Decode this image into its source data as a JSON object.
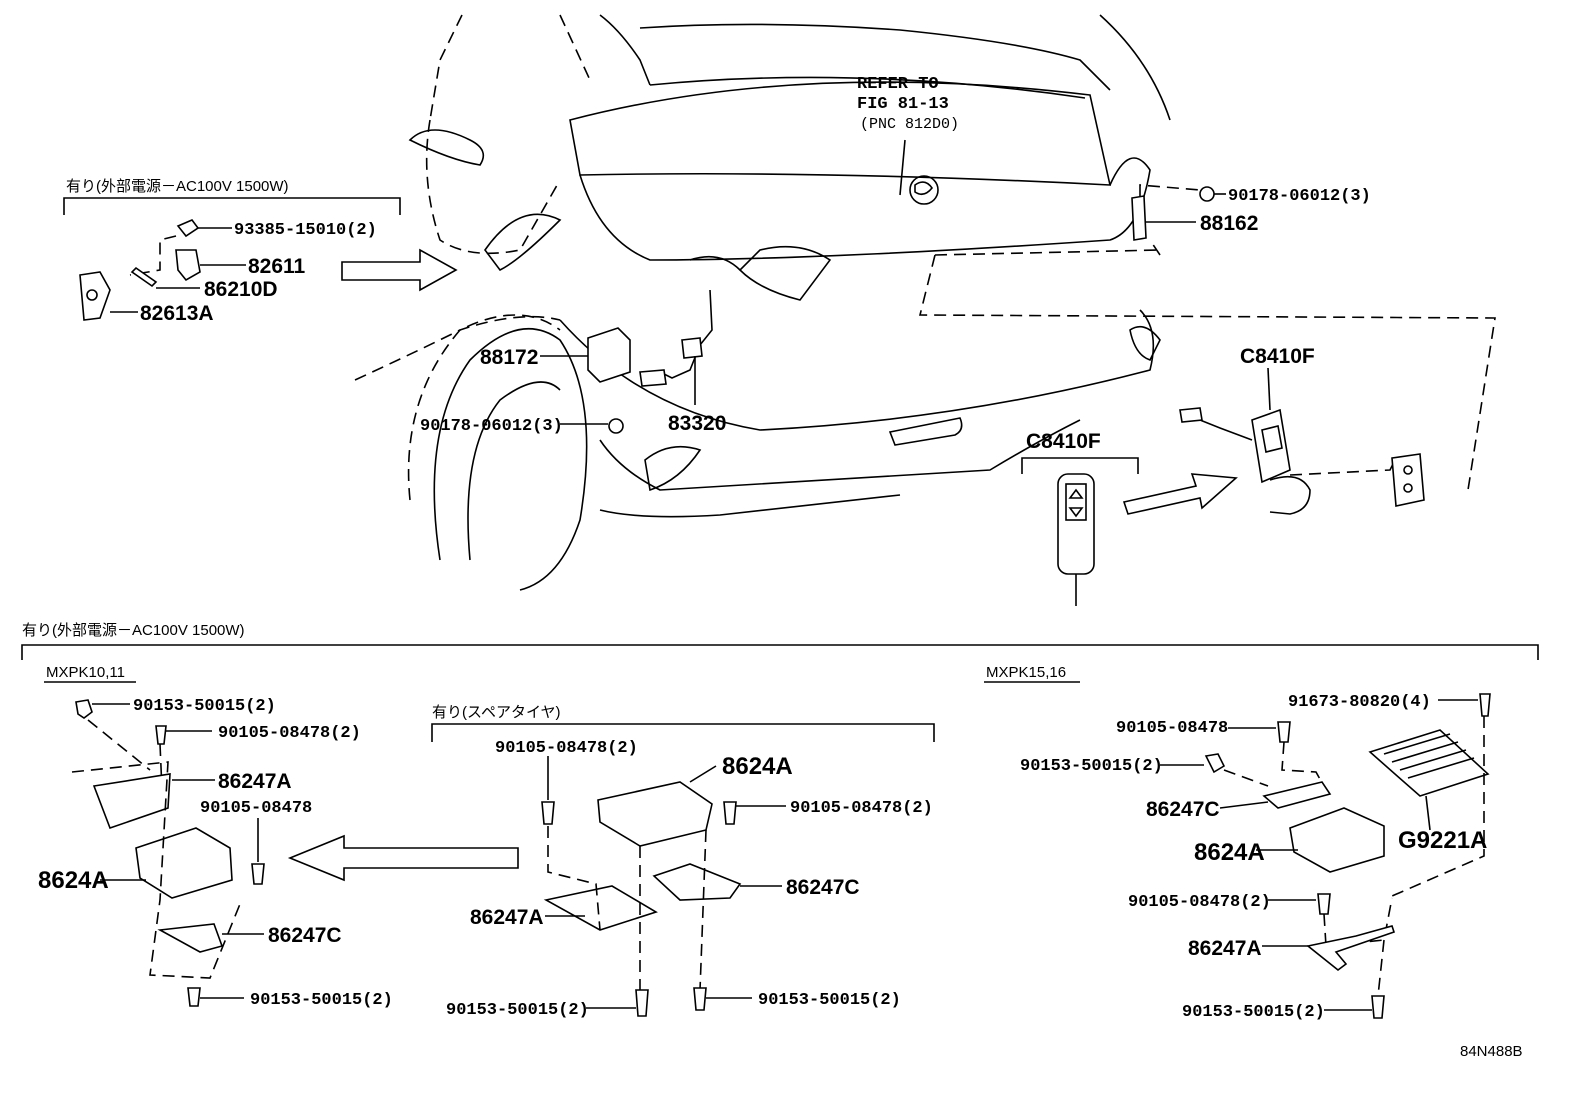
{
  "top_section": {
    "bracket_title": "有り(外部電源－AC100V 1500W)",
    "labels": {
      "screw_93385": "93385-15010(2)",
      "p82611": "82611",
      "p86210D": "86210D",
      "p82613A": "82613A",
      "p88172": "88172",
      "bolt_90178_left": "90178-06012(3)",
      "p83320": "83320",
      "bolt_90178_right": "90178-06012(3)",
      "p88162": "88162",
      "refer_line1": "REFER TO",
      "refer_line2": "FIG 81-13",
      "refer_line3": "(PNC 812D0)",
      "c8410f_bracket": "C8410F",
      "c8410f_top": "C8410F"
    }
  },
  "bottom_section": {
    "bracket_title": "有り(外部電源－AC100V 1500W)",
    "left_group": {
      "model": "MXPK10,11",
      "l_90153_top": "90153-50015(2)",
      "l_90105_top": "90105-08478(2)",
      "l_86247A": "86247A",
      "l_90105_mid": "90105-08478",
      "l_8624A": "8624A",
      "l_86247C": "86247C",
      "l_90153_bot": "90153-50015(2)"
    },
    "middle_group": {
      "title": "有り(スペアタイヤ)",
      "m_90105_left": "90105-08478(2)",
      "m_8624A": "8624A",
      "m_90105_right": "90105-08478(2)",
      "m_86247C": "86247C",
      "m_86247A": "86247A",
      "m_90153_left": "90153-50015(2)",
      "m_90153_right": "90153-50015(2)"
    },
    "right_group": {
      "model": "MXPK15,16",
      "r_91673": "91673-80820(4)",
      "r_90105_top": "90105-08478",
      "r_90153_top": "90153-50015(2)",
      "r_86247C": "86247C",
      "r_8624A": "8624A",
      "r_G9221A": "G9221A",
      "r_90105_bot": "90105-08478(2)",
      "r_86247A": "86247A",
      "r_90153_bot": "90153-50015(2)"
    }
  },
  "figure_id": "84N488B"
}
